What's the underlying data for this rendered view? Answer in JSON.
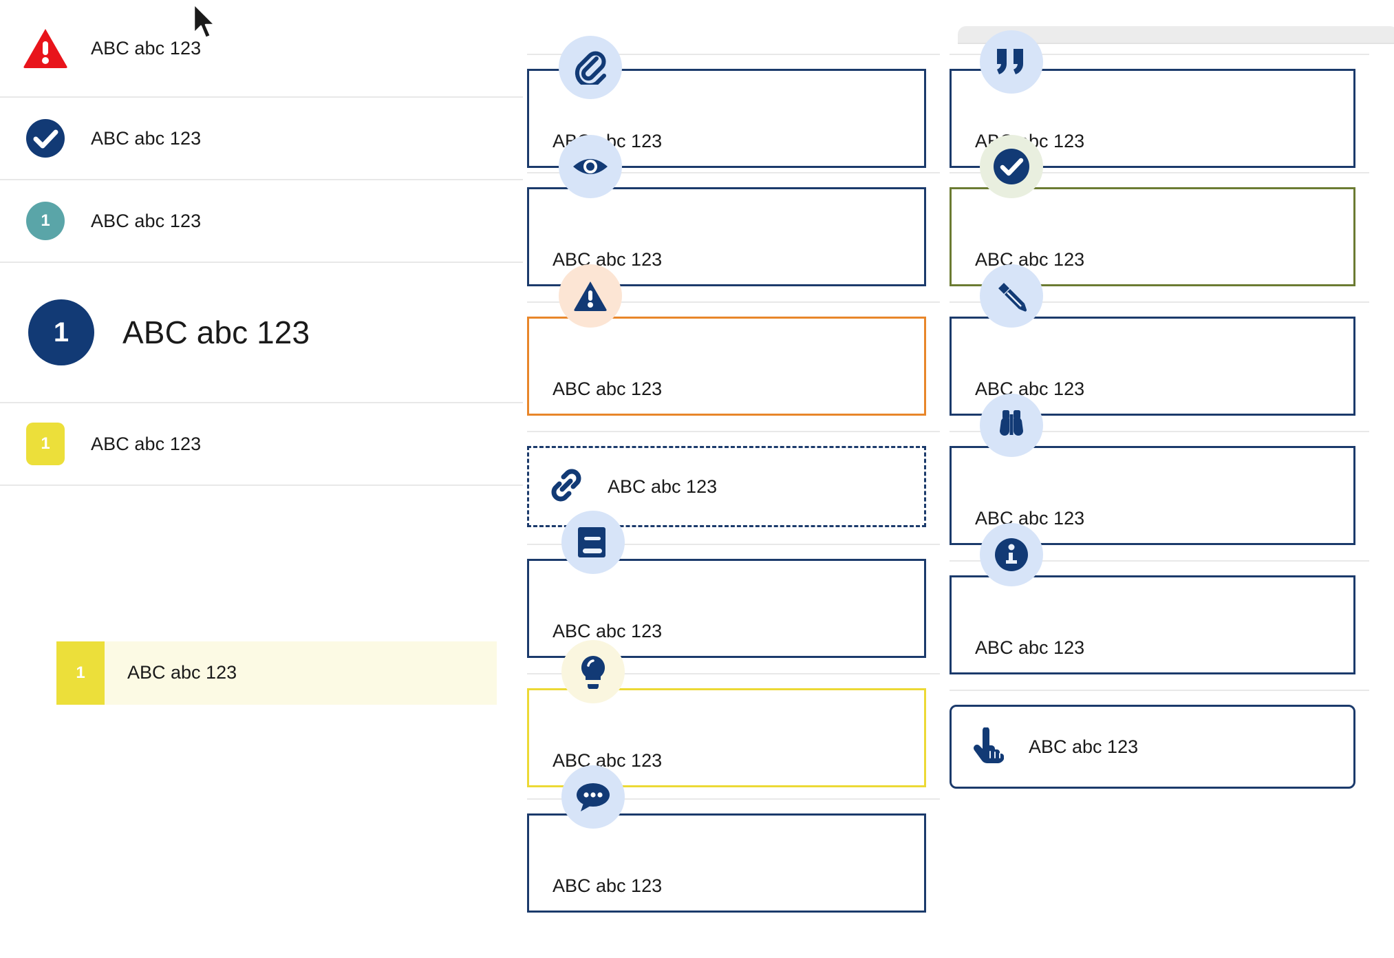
{
  "sidebar": {
    "items": [
      {
        "id": "error",
        "label": "ABC abc 123",
        "icon": "error-triangle-icon",
        "badge_text": "",
        "badge_color": "#e8141b",
        "shape": "triangle"
      },
      {
        "id": "success",
        "label": "ABC abc 123",
        "icon": "check-circle-icon",
        "badge_text": "",
        "badge_color": "#1b3a6b",
        "shape": "circle"
      },
      {
        "id": "teal",
        "label": "ABC abc 123",
        "icon": "number-badge-icon",
        "badge_text": "1",
        "badge_color": "#5aa5a8",
        "shape": "circle"
      },
      {
        "id": "large",
        "label": "ABC abc 123",
        "icon": "number-badge-icon",
        "badge_text": "1",
        "badge_color": "#123a75",
        "shape": "circle"
      },
      {
        "id": "yellow",
        "label": "ABC abc 123",
        "icon": "number-badge-icon",
        "badge_text": "1",
        "badge_color": "#ecdf3a",
        "shape": "rounded"
      },
      {
        "id": "highlight",
        "label": "ABC abc 123",
        "icon": "number-badge-icon",
        "badge_text": "1",
        "badge_color": "#ecdf3a",
        "shape": "square",
        "highlight_bg": "#fcfae4"
      }
    ]
  },
  "middle_column": {
    "cards": [
      {
        "id": "attachment",
        "label": "ABC abc 123",
        "icon": "paperclip-icon",
        "border_color": "#1b3a6b",
        "icon_bg": "#d7e4f8",
        "style": "solid"
      },
      {
        "id": "preview",
        "label": "ABC abc 123",
        "icon": "eye-icon",
        "border_color": "#1b3a6b",
        "icon_bg": "#d7e4f8",
        "style": "solid"
      },
      {
        "id": "warning",
        "label": "ABC abc 123",
        "icon": "warning-triangle-icon",
        "border_color": "#e8862a",
        "icon_bg": "#fce5d4",
        "style": "solid"
      },
      {
        "id": "link",
        "label": "ABC abc 123",
        "icon": "chain-link-icon",
        "border_color": "#1b3a6b",
        "icon_bg": "transparent",
        "style": "dashed"
      },
      {
        "id": "reference",
        "label": "ABC abc 123",
        "icon": "book-icon",
        "border_color": "#1b3a6b",
        "icon_bg": "#d7e4f8",
        "style": "solid"
      },
      {
        "id": "tip",
        "label": "ABC abc 123",
        "icon": "lightbulb-icon",
        "border_color": "#ecd935",
        "icon_bg": "#faf6df",
        "style": "solid"
      },
      {
        "id": "comment",
        "label": "ABC abc 123",
        "icon": "speech-bubble-icon",
        "border_color": "#1b3a6b",
        "icon_bg": "#d7e4f8",
        "style": "solid"
      }
    ]
  },
  "right_column": {
    "cards": [
      {
        "id": "quote",
        "label": "ABC abc 123",
        "icon": "quotation-marks-icon",
        "border_color": "#1b3a6b",
        "icon_bg": "#d7e4f8",
        "style": "solid"
      },
      {
        "id": "success",
        "label": "ABC abc 123",
        "icon": "check-circle-icon",
        "border_color": "#6b7b32",
        "icon_bg": "#e9efdf",
        "style": "solid"
      },
      {
        "id": "edit",
        "label": "ABC abc 123",
        "icon": "pencil-icon",
        "border_color": "#1b3a6b",
        "icon_bg": "#d7e4f8",
        "style": "solid"
      },
      {
        "id": "observe",
        "label": "ABC abc 123",
        "icon": "binoculars-icon",
        "border_color": "#1b3a6b",
        "icon_bg": "#d7e4f8",
        "style": "solid"
      },
      {
        "id": "info",
        "label": "ABC abc 123",
        "icon": "info-circle-icon",
        "border_color": "#1b3a6b",
        "icon_bg": "#d7e4f8",
        "style": "solid"
      },
      {
        "id": "action",
        "label": "ABC abc 123",
        "icon": "pointing-hand-icon",
        "border_color": "#1b3a6b",
        "icon_bg": "transparent",
        "style": "rounded"
      }
    ]
  },
  "colors": {
    "navy": "#1b3a6b",
    "icon_navy": "#123a75",
    "icon_bg_blue": "#d7e4f8",
    "orange": "#e8862a",
    "yellow": "#ecd935",
    "olive": "#6b7b32",
    "red": "#e8141b",
    "teal": "#5aa5a8",
    "highlight": "#fcfae4",
    "divider": "#e8e8e8",
    "grey_panel": "#ececec"
  }
}
